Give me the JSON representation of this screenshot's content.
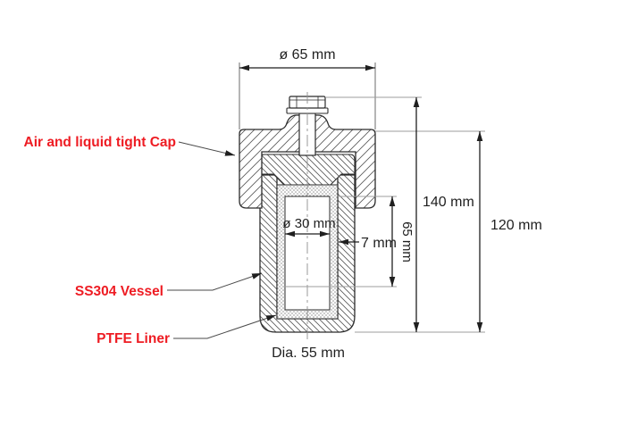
{
  "diagram": {
    "component_labels": {
      "cap": "Air and liquid tight Cap",
      "vessel": "SS304 Vessel",
      "liner": "PTFE Liner"
    },
    "dimensions": {
      "cap_outer_diameter": "ø 65 mm",
      "overall_height": "140 mm",
      "vessel_height": "120 mm",
      "chamber_inner_diameter": "ø 30 mm",
      "liner_wall_thickness": "7 mm",
      "chamber_depth": "65 mm",
      "vessel_outer_diameter": "Dia. 55 mm"
    },
    "colors": {
      "label_red": "#ee1c23",
      "line_dark": "#231f20",
      "extension_gray": "#9c9c9c"
    }
  }
}
